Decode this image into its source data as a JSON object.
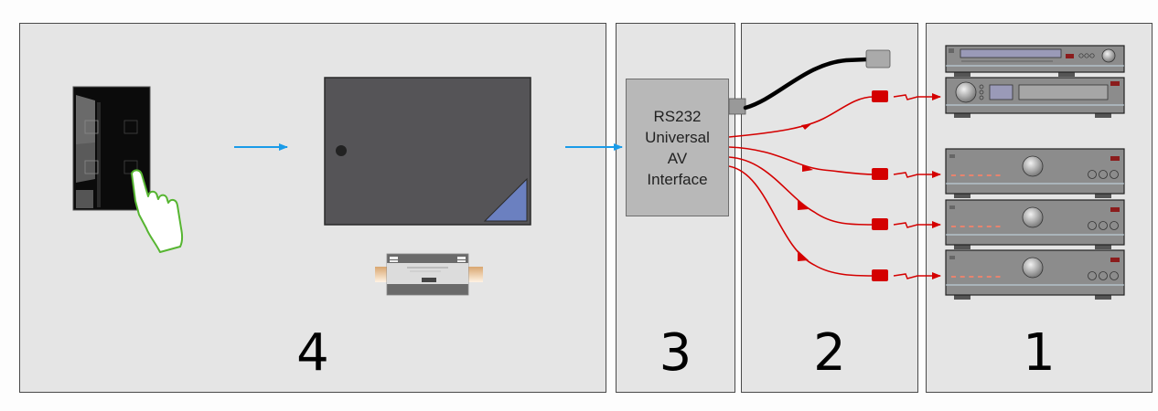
{
  "diagram": {
    "title": "RS232 Universal AV Interface control chain",
    "panels": [
      {
        "id": "4",
        "label": "4",
        "description": "Touch keypad and controller"
      },
      {
        "id": "3",
        "label": "3",
        "description": "RS232 Universal AV Interface"
      },
      {
        "id": "2",
        "label": "2",
        "description": "IR emitters"
      },
      {
        "id": "1",
        "label": "1",
        "description": "AV equipment"
      }
    ],
    "interface": {
      "lines": [
        "RS232",
        "Universal",
        "AV",
        "Interface"
      ]
    },
    "colors": {
      "panel_bg": "#e5e5e5",
      "panel_border": "#4a4a4a",
      "flow_arrow": "#1a9be8",
      "ir_signal": "#d40000",
      "controller_body": "#555457",
      "controller_corner": "#6b80c0",
      "keypad": "#0b0b0b",
      "hand_outline": "#56b531",
      "equipment": "#8c8c8c"
    },
    "equipment": [
      {
        "type": "tuner"
      },
      {
        "type": "cd-player"
      },
      {
        "type": "amplifier"
      },
      {
        "type": "amplifier"
      },
      {
        "type": "amplifier"
      }
    ],
    "ir_emitters": 4
  }
}
